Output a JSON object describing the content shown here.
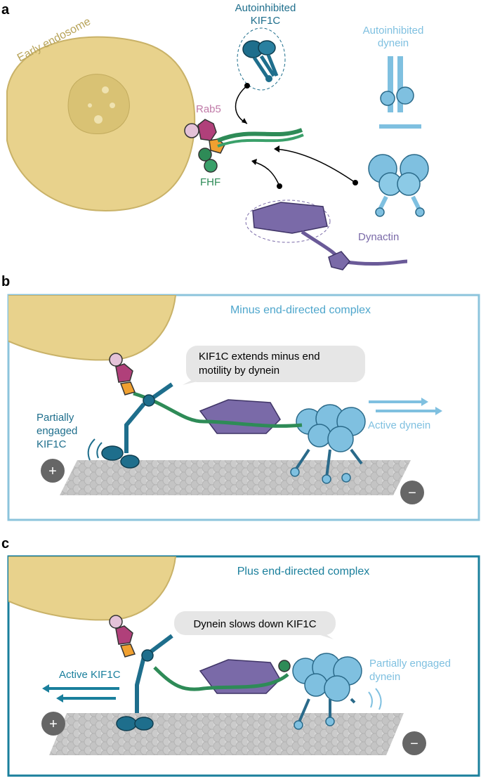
{
  "panel_a": {
    "letter": "a",
    "early_endosome": "Early endosome",
    "rab5": "Rab5",
    "fhf": "FHF",
    "autoinhibited_kif1c_line1": "Autoinhibited",
    "autoinhibited_kif1c_line2": "KIF1C",
    "autoinhibited_dynein_line1": "Autoinhibited",
    "autoinhibited_dynein_line2": "dynein",
    "dynactin": "Dynactin"
  },
  "panel_b": {
    "letter": "b",
    "title": "Minus end-directed complex",
    "bubble_line1": "KIF1C extends minus end",
    "bubble_line2": "motility by dynein",
    "kif1c_line1": "Partially",
    "kif1c_line2": "engaged",
    "kif1c_line3": "KIF1C",
    "active_dynein": "Active dynein",
    "plus_sign": "+",
    "minus_sign": "−"
  },
  "panel_c": {
    "letter": "c",
    "title": "Plus end-directed complex",
    "bubble": "Dynein slows down KIF1C",
    "active_kif1c": "Active KIF1C",
    "dynein_line1": "Partially engaged",
    "dynein_line2": "dynein",
    "plus_sign": "+",
    "minus_sign": "−"
  },
  "colors": {
    "endosome": "#e8d28c",
    "endosome_dark": "#c9b268",
    "kif1c": "#1e6e8c",
    "dynein": "#7fc0e0",
    "dynactin": "#7a6aa8",
    "fhf": "#2e8b57",
    "rab5": "#b0407a",
    "orange": "#f0a030",
    "microtubule": "#c8c8c8",
    "panel_b_border": "#8cc4dc",
    "panel_c_border": "#1a7f9c"
  }
}
